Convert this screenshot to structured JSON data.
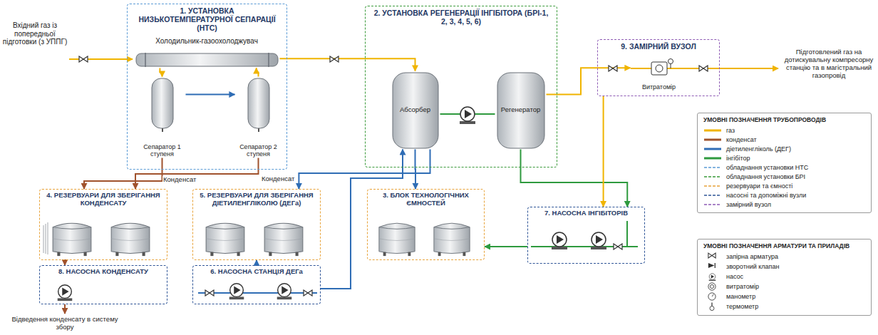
{
  "diagram": {
    "nodes": [
      {
        "text": [
          "1. УСТАНОВКА НИЗЬКОТЕМПЕРАТУРНОЇ СЕПАРАЦІЇ (НТС)"
        ]
      },
      {
        "text": [
          "Холодильник-газоохолоджувач"
        ],
        "in": 0
      },
      {
        "text": [
          "Сепаратор 1 ступеня"
        ],
        "in": 0
      },
      {
        "text": [
          "Сепаратор 2 ступеня"
        ],
        "in": 0
      },
      {
        "text": [
          "2. УСТАНОВКА РЕГЕНЕРАЦІЇ ІНГІБІТОРА (БРІ-1, 2, 3, 4, 5, 6)"
        ]
      },
      {
        "text": [
          "Абсорбер"
        ],
        "in": 4
      },
      {
        "text": [
          "Регенератор"
        ],
        "in": 4
      },
      {
        "text": [
          "9. ЗАМІРНИЙ ВУЗОЛ"
        ]
      },
      {
        "text": [
          "Витратомір"
        ],
        "in": 7
      },
      {
        "text": [
          "4. РЕЗЕРВУАРИ ДЛЯ ЗБЕРІГАННЯ КОНДЕНСАТУ"
        ]
      },
      {
        "text": [
          "5. РЕЗЕРВУАРИ ДЛЯ ЗБЕРІГАННЯ ДІЕТИЛЕНГЛІКОЛЮ (ДЕГа)"
        ]
      },
      {
        "text": [
          "3. БЛОК ТЕХНОЛОГІЧНИХ ЄМНОСТЕЙ"
        ]
      },
      {
        "text": [
          "7. НАСОСНА ІНГІБІТОРІВ"
        ]
      },
      {
        "text": [
          "8. НАСОСНА КОНДЕНСАТУ"
        ]
      },
      {
        "text": [
          "6. НАСОСНА СТАНЦІЯ ДЕГа"
        ]
      }
    ],
    "edges": [
      {
        "from": 1,
        "to": 2,
        "arrow": "to"
      },
      {
        "from": 2,
        "to": 3,
        "arrow": "to"
      },
      {
        "from": 3,
        "to": 1,
        "arrow": "to"
      },
      {
        "from": 1,
        "to": 5,
        "arrow": "to"
      },
      {
        "from": 5,
        "to": 6,
        "arrow": "none"
      },
      {
        "from": 6,
        "to": 8,
        "arrow": "to"
      },
      {
        "from": 2,
        "to": 9,
        "arrow": "to"
      },
      {
        "from": 3,
        "to": 9,
        "arrow": "to"
      },
      {
        "from": 9,
        "to": 13,
        "arrow": "to"
      },
      {
        "from": 14,
        "to": 10,
        "arrow": "to"
      },
      {
        "from": 14,
        "to": 5,
        "arrow": "to"
      },
      {
        "from": 5,
        "to": 11,
        "arrow": "to"
      },
      {
        "from": 5,
        "to": 10,
        "arrow": "to"
      },
      {
        "from": 6,
        "to": 12,
        "arrow": "to"
      },
      {
        "from": 12,
        "to": 11,
        "arrow": "to"
      },
      {
        "from": 7,
        "to": 12,
        "arrow": "to"
      }
    ],
    "labels": [
      "Вхідний газ із попередньої підготовки (з УППГ)",
      "Підготовлений газ на дотискувальну компресорну станцію та в магістральний газопровід",
      "Конденсат",
      "Конденсат",
      "Відведення конденсату в систему збору",
      "УМОВНІ ПОЗНАЧЕННЯ ТРУБОПРОВОДІВ",
      "УМОВНІ ПОЗНАЧЕННЯ АРМАТУРИ ТА ПРИЛАДІВ"
    ],
    "legend": [
      {
        "text": "газ",
        "color": "#f0b400"
      },
      {
        "text": "конденсат",
        "color": "#a0522d"
      },
      {
        "text": "діетиленгліколь (ДЕГ)",
        "color": "#2f6db5"
      },
      {
        "text": "інгібітор",
        "color": "#2e9a3e"
      },
      {
        "text": "обладнання установки НТС",
        "color": "#5b9bd5"
      },
      {
        "text": "обладнання установки БРІ",
        "color": "#3a9a3a"
      },
      {
        "text": "резервуари та ємності",
        "color": "#e8a33a"
      },
      {
        "text": "насосні та допоміжні вузли",
        "color": "#2f5597"
      },
      {
        "text": "замірний вузол",
        "color": "#8e5bb5"
      },
      {
        "text": "запірна арматура"
      },
      {
        "text": "зворотний клапан"
      },
      {
        "text": "насос"
      },
      {
        "text": "витратомір"
      },
      {
        "text": "манометр"
      },
      {
        "text": "термометр"
      }
    ]
  }
}
